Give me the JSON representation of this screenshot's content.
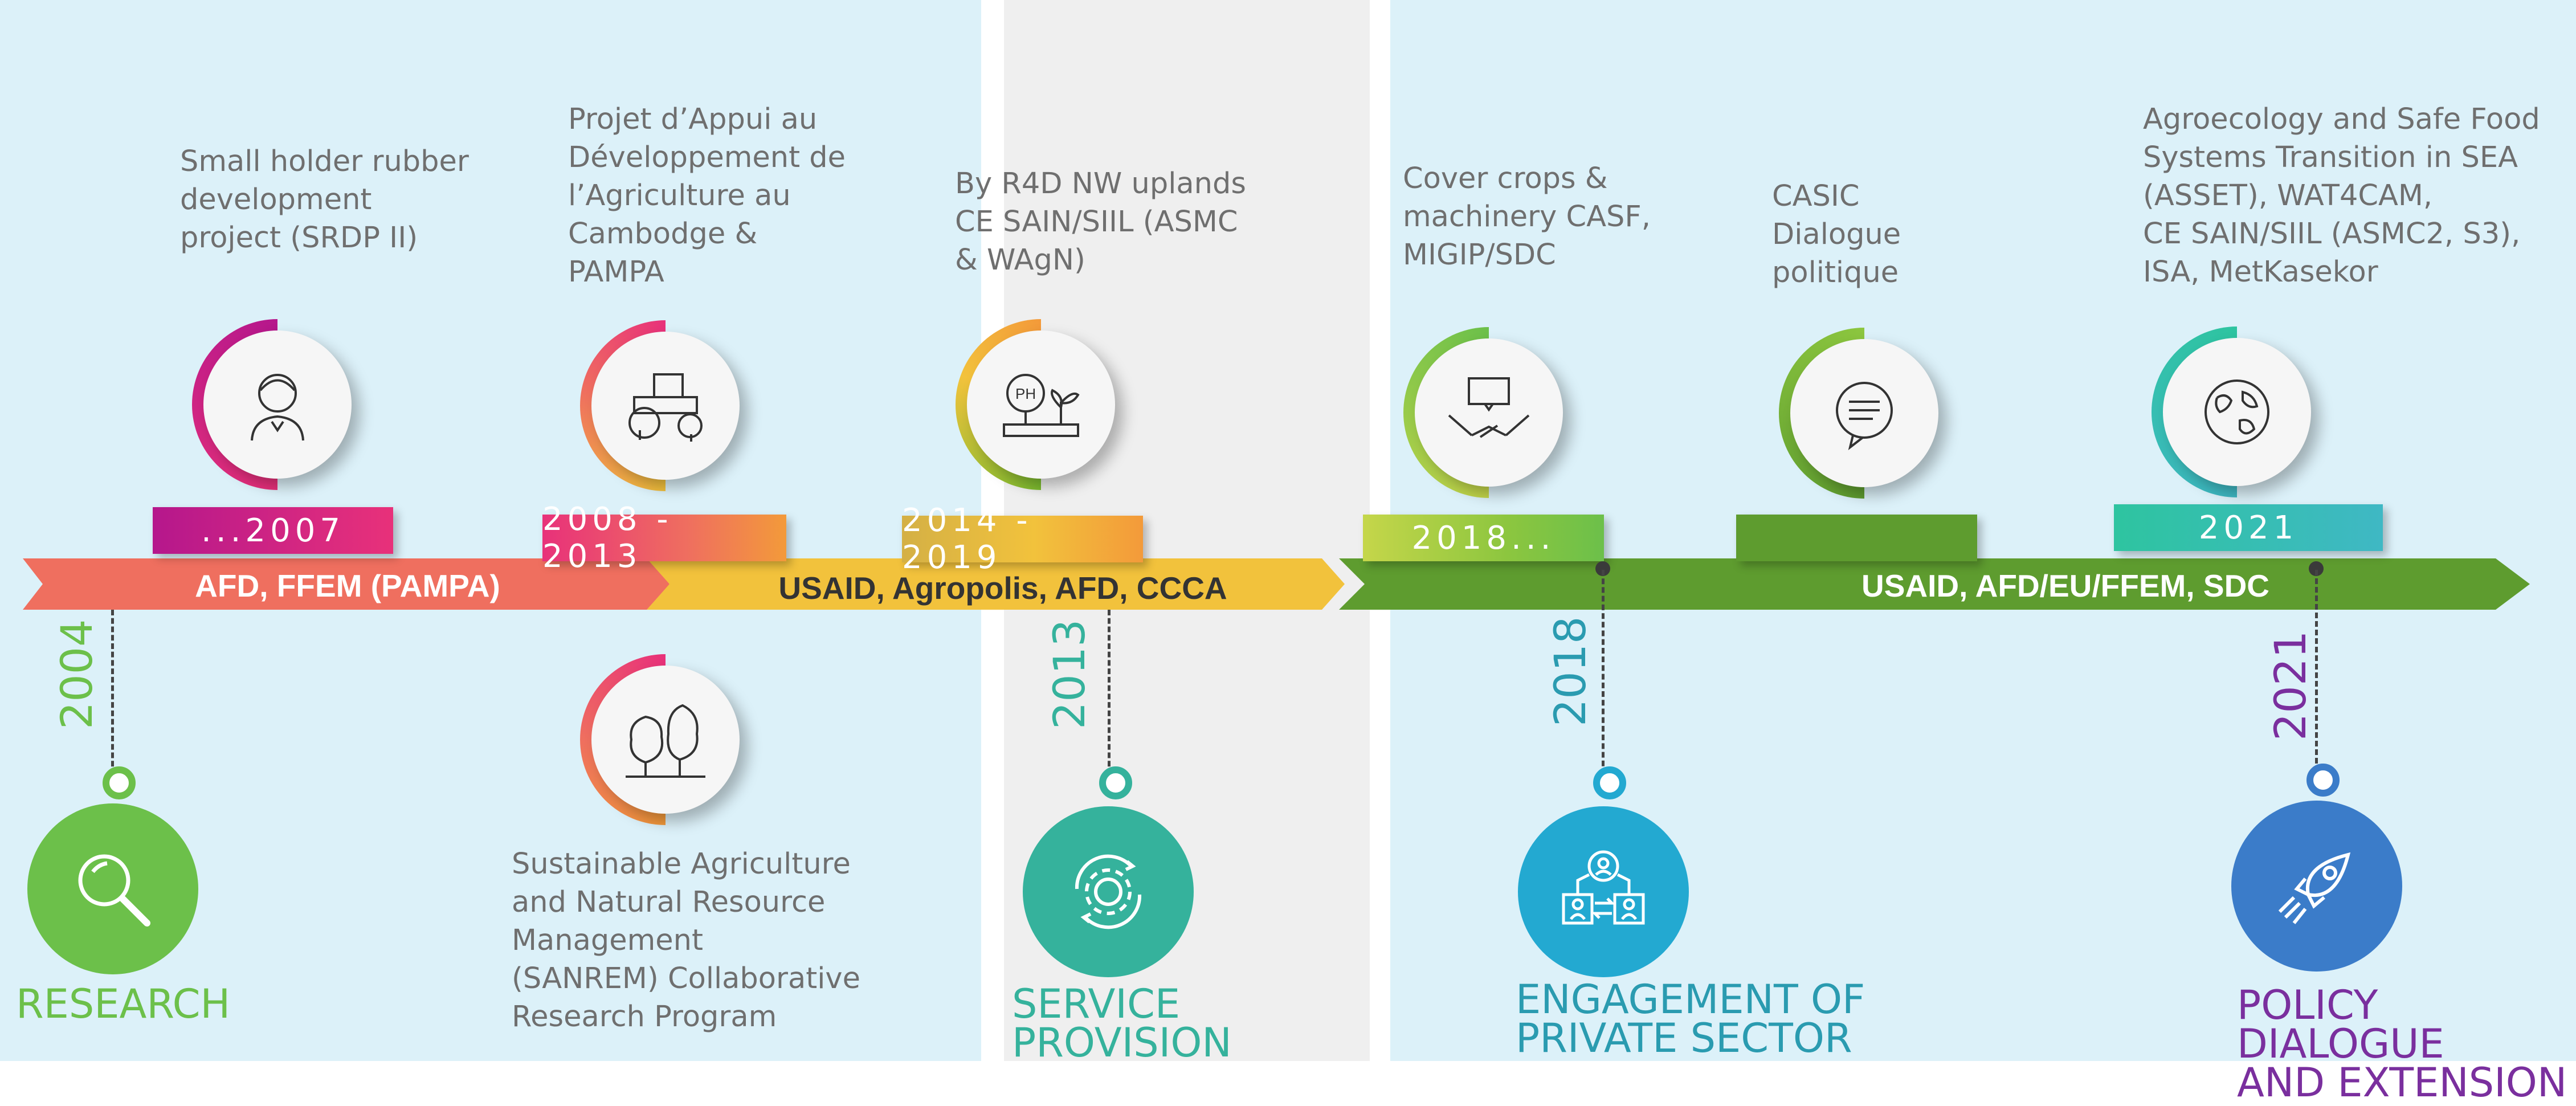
{
  "colors": {
    "bg_light_blue": "#dcf1f9",
    "bg_gray": "#efefef",
    "arrow_red": "#ef6f5f",
    "arrow_yellow": "#f2c23c",
    "arrow_green": "#5e9c2f",
    "research_green": "#6cc04a",
    "service_teal": "#35b29c",
    "engagement_blue": "#23a9d1",
    "policy_blue": "#3b7cc9",
    "policy_purple": "#7a2f9e"
  },
  "milestones": [
    {
      "desc": "Small holder rubber\ndevelopment\nproject (SRDP II)",
      "period": "...2007",
      "icon": "person-icon"
    },
    {
      "desc": "Projet d’Appui au\nDéveloppement de\nl’Agriculture au\nCambodge &\nPAMPA",
      "period": "2008 - 2013",
      "icon": "tractor-icon"
    },
    {
      "desc": "By R4D NW uplands\nCE SAIN/SIIL (ASMC\n& WAgN)",
      "period": "2014 - 2019",
      "icon": "soil-ph-plant-icon"
    },
    {
      "desc": "Cover crops &\nmachinery CASF,\nMIGIP/SDC",
      "period": "2018...",
      "icon": "handshake-dialogue-icon"
    },
    {
      "desc": "CASIC\nDialogue\npolitique",
      "period": "",
      "icon": "speech-bubble-icon"
    },
    {
      "desc": "Agroecology and Safe Food\nSystems Transition in SEA\n(ASSET), WAT4CAM,\nCE SAIN/SIIL (ASMC2, S3),\nISA, MetKasekor",
      "period": "2021",
      "icon": "globe-icon"
    }
  ],
  "lower_milestone": {
    "desc": "Sustainable Agriculture\nand Natural Resource\nManagement\n(SANREM) Collaborative\nResearch Program",
    "icon": "trees-icon"
  },
  "arrows": [
    {
      "label": "AFD, FFEM (PAMPA)"
    },
    {
      "label": "USAID, Agropolis, AFD, CCCA"
    },
    {
      "label": "USAID, AFD/EU/FFEM, SDC"
    }
  ],
  "phases": [
    {
      "year": "2004",
      "category": "RESEARCH",
      "icon": "magnifier-icon"
    },
    {
      "year": "2013",
      "category": "SERVICE\nPROVISION",
      "icon": "gear-cycle-icon"
    },
    {
      "year": "2018",
      "category": "ENGAGEMENT OF\nPRIVATE SECTOR",
      "icon": "network-people-icon"
    },
    {
      "year": "2021",
      "category": "POLICY DIALOGUE\nAND EXTENSION",
      "icon": "rocket-icon"
    }
  ]
}
